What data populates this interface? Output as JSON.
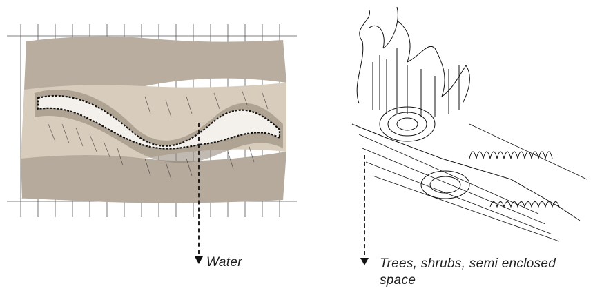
{
  "captions": {
    "water": "Water",
    "trees": "Trees, shrubs, semi enclosed space"
  },
  "colors": {
    "ink": "#1a1a1a",
    "taupe": "#b5aa9c",
    "light_taupe": "#d9cdbf",
    "water_white": "#f4f1ec"
  },
  "sketches": {
    "left": "water-channel-plan-sketch",
    "right": "trees-shrubs-enclosed-space-sketch"
  }
}
